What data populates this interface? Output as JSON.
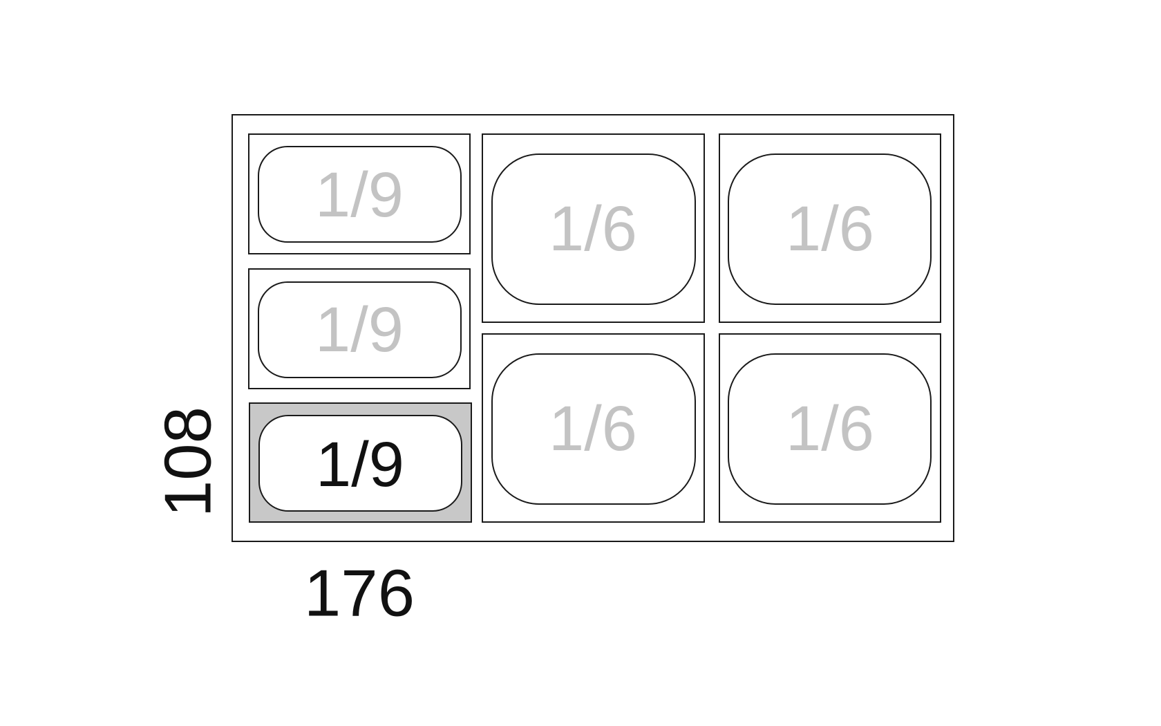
{
  "dimensions": {
    "width_label": "176",
    "height_label": "108"
  },
  "cells": [
    {
      "label": "1/9",
      "selected": false
    },
    {
      "label": "1/9",
      "selected": false
    },
    {
      "label": "1/9",
      "selected": true
    },
    {
      "label": "1/6",
      "selected": false
    },
    {
      "label": "1/6",
      "selected": false
    },
    {
      "label": "1/6",
      "selected": false
    },
    {
      "label": "1/6",
      "selected": false
    }
  ],
  "colors": {
    "line": "#1a1a1a",
    "muted_label": "#c3c3c3",
    "selected_fill": "#c8c8c8",
    "selected_label": "#111111"
  }
}
